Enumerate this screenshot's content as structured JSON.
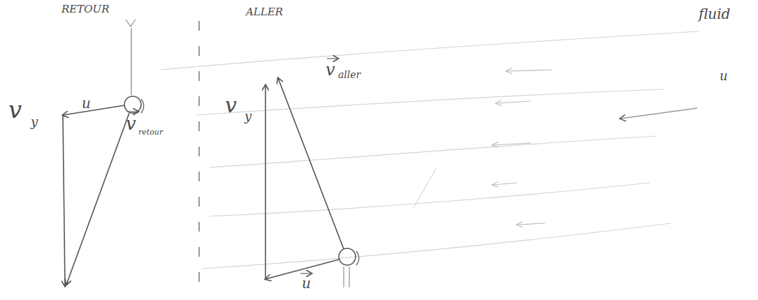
{
  "diagram": {
    "labels": [
      "RETOUR",
      "ALLER",
      "fluid",
      "u",
      "v",
      "y",
      "v",
      "retour",
      "v",
      "y",
      "v",
      "aller",
      "u",
      "u"
    ]
  }
}
